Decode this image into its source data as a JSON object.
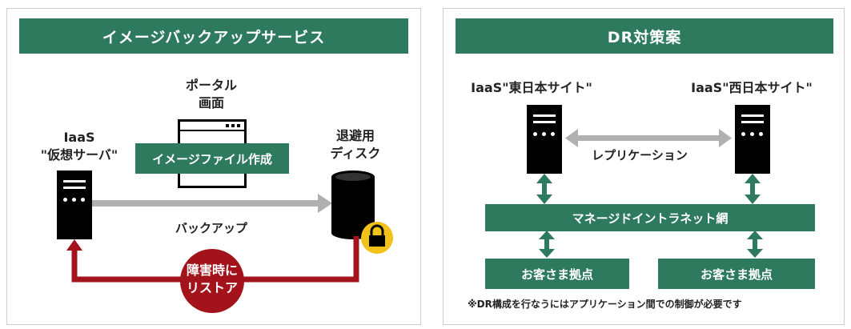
{
  "left": {
    "title": "イメージバックアップサービス",
    "portal_label_1": "ポータル",
    "portal_label_2": "画面",
    "image_create": "イメージファイル作成",
    "iaas_label_1": "IaaS",
    "iaas_label_2": "\"仮想サーバ\"",
    "disk_label_1": "退避用",
    "disk_label_2": "ディスク",
    "backup_label": "バックアップ",
    "restore_label_1": "障害時に",
    "restore_label_2": "リストア",
    "lock_icon": "lock-icon",
    "colors": {
      "green": "#2e7a5e",
      "gray_arrow": "#b0b0b0",
      "red": "#a3131b",
      "lock": "#f2c21b"
    }
  },
  "right": {
    "title": "DR対策案",
    "east_label": "IaaS\"東日本サイト\"",
    "west_label": "IaaS\"西日本サイト\"",
    "replication_label": "レプリケーション",
    "intranet_label": "マネージドイントラネット網",
    "customer_1": "お客さま拠点",
    "customer_2": "お客さま拠点",
    "note": "※DR構成を行なうにはアプリケーション間での制御が必要です"
  }
}
